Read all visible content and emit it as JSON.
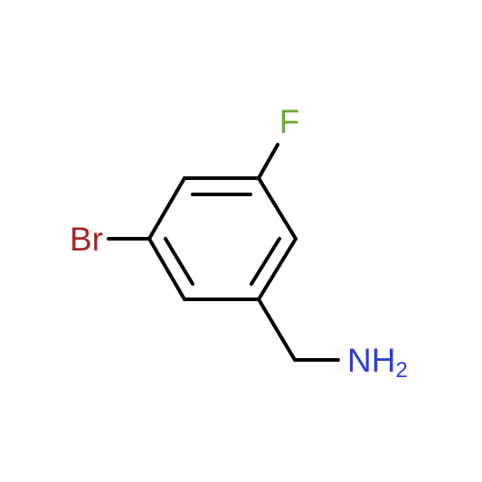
{
  "molecule": {
    "atoms": {
      "fluorine": {
        "symbol": "F",
        "color": "#6fa83a"
      },
      "bromine": {
        "symbol": "Br",
        "color": "#a02828"
      },
      "amine": {
        "symbol": "NH",
        "subscript": "2",
        "color": "#2a3fd6"
      }
    },
    "bond_color": "#000000"
  }
}
